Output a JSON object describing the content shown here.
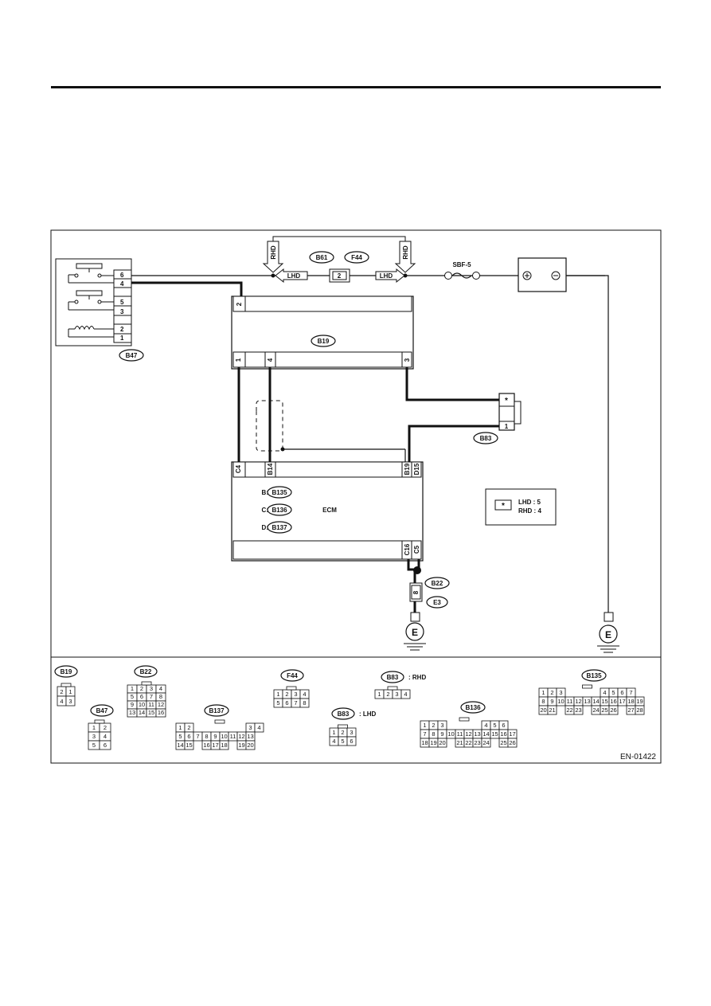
{
  "diagram_id": "EN-01422",
  "tags": {
    "b61": "B61",
    "f44": "F44",
    "b19": "B19",
    "b47": "B47",
    "b83": "B83",
    "b22": "B22",
    "e3": "E3",
    "b135": "B135",
    "b136": "B136",
    "b137": "B137"
  },
  "labels": {
    "rhd": "RHD",
    "lhd": "LHD",
    "fuse": "SBF-5",
    "ecm": "ECM",
    "ground": "E",
    "star": "*",
    "plus": "⊕",
    "minus": "⊖",
    "ecm_b": "B:",
    "ecm_c": "C:",
    "ecm_d": "D:",
    "b83_rhd": ": RHD",
    "b83_lhd": ": LHD",
    "legend_lhd": "LHD : 5",
    "legend_rhd": "RHD : 4"
  },
  "pins": {
    "b47": [
      "6",
      "4",
      "5",
      "3",
      "2",
      "1"
    ],
    "f44_inline": "2",
    "b19_top": "2",
    "b19_bottom": [
      "1",
      "4",
      "3"
    ],
    "b83": [
      "*",
      "1"
    ],
    "ecm_top": [
      "C4",
      "B14",
      "B19",
      "D15"
    ],
    "ecm_bottom": [
      "C16",
      "C5"
    ],
    "b22_e3": "8"
  },
  "connector_grids": {
    "b19": [
      [
        "2",
        "1"
      ],
      [
        "4",
        "3"
      ]
    ],
    "b22": [
      [
        "1",
        "2",
        "3",
        "4"
      ],
      [
        "5",
        "6",
        "7",
        "8"
      ],
      [
        "9",
        "10",
        "11",
        "12"
      ],
      [
        "13",
        "14",
        "15",
        "16"
      ]
    ],
    "b47": [
      [
        "1",
        "2"
      ],
      [
        "3",
        "4"
      ],
      [
        "5",
        "6"
      ]
    ],
    "b137": [
      [
        "1",
        "2",
        "",
        "",
        "",
        "",
        "",
        "",
        "3",
        "4"
      ],
      [
        "5",
        "6",
        "7",
        "8",
        "9",
        "10",
        "11",
        "12",
        "13"
      ],
      [
        "14",
        "15",
        "",
        "16",
        "17",
        "18",
        "",
        "19",
        "20"
      ]
    ],
    "f44": [
      [
        "1",
        "2",
        "3",
        "4"
      ],
      [
        "5",
        "6",
        "7",
        "8"
      ]
    ],
    "b83_rhd": [
      [
        "1",
        "2",
        "3",
        "4"
      ]
    ],
    "b83_lhd": [
      [
        "1",
        "2",
        "3"
      ],
      [
        "4",
        "5",
        "6"
      ]
    ],
    "b136": [
      [
        "1",
        "2",
        "3",
        "",
        "",
        "",
        "",
        "4",
        "5",
        "6"
      ],
      [
        "7",
        "8",
        "9",
        "10",
        "11",
        "12",
        "13",
        "14",
        "15",
        "16",
        "17"
      ],
      [
        "18",
        "19",
        "20",
        "",
        "21",
        "22",
        "23",
        "24",
        "",
        "25",
        "26"
      ]
    ],
    "b135": [
      [
        "1",
        "2",
        "3",
        "",
        "",
        "",
        "",
        "4",
        "5",
        "6",
        "7"
      ],
      [
        "8",
        "9",
        "10",
        "11",
        "12",
        "13",
        "14",
        "15",
        "16",
        "17",
        "18",
        "19"
      ],
      [
        "20",
        "21",
        "",
        "22",
        "23",
        "",
        "24",
        "25",
        "26",
        "",
        "27",
        "28"
      ]
    ]
  }
}
